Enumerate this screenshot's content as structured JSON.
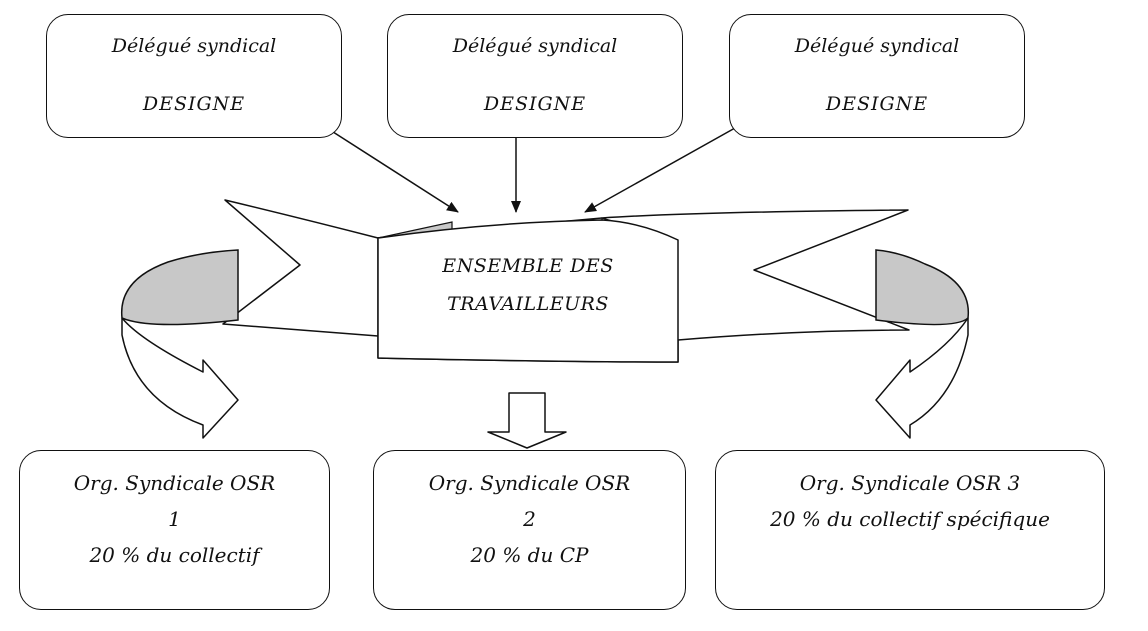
{
  "delegates": [
    {
      "title": "Délégué syndical",
      "status": "DESIGNE"
    },
    {
      "title": "Délégué syndical",
      "status": "DESIGNE"
    },
    {
      "title": "Délégué syndical",
      "status": "DESIGNE"
    }
  ],
  "center": {
    "line1": "ENSEMBLE DES",
    "line2": "TRAVAILLEURS"
  },
  "organizations": [
    {
      "line1": "Org. Syndicale OSR",
      "line2": "1",
      "line3": "20 % du collectif"
    },
    {
      "line1": "Org. Syndicale OSR",
      "line2": "2",
      "line3": "20 % du CP"
    },
    {
      "line1": "Org. Syndicale OSR 3",
      "line2": "20 % du collectif  spécifique"
    }
  ],
  "colors": {
    "stroke": "#111111",
    "fill": "#ffffff",
    "shade": "#c8c8c8"
  }
}
